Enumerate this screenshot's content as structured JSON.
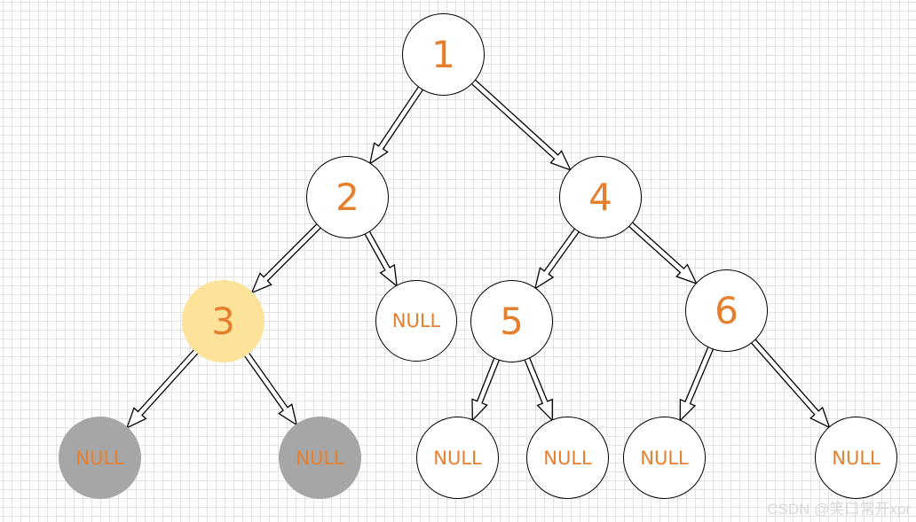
{
  "diagram": {
    "nodes": [
      {
        "id": "n1",
        "label": "1",
        "kind": "value",
        "fill": "white"
      },
      {
        "id": "n2",
        "label": "2",
        "kind": "value",
        "fill": "white"
      },
      {
        "id": "n4",
        "label": "4",
        "kind": "value",
        "fill": "white"
      },
      {
        "id": "n3",
        "label": "3",
        "kind": "value",
        "fill": "yellow"
      },
      {
        "id": "n2r",
        "label": "NULL",
        "kind": "null",
        "fill": "white"
      },
      {
        "id": "n5",
        "label": "5",
        "kind": "value",
        "fill": "white"
      },
      {
        "id": "n6",
        "label": "6",
        "kind": "value",
        "fill": "white"
      },
      {
        "id": "n3l",
        "label": "NULL",
        "kind": "null",
        "fill": "gray"
      },
      {
        "id": "n3r",
        "label": "NULL",
        "kind": "null",
        "fill": "gray"
      },
      {
        "id": "n5l",
        "label": "NULL",
        "kind": "null",
        "fill": "white"
      },
      {
        "id": "n5r",
        "label": "NULL",
        "kind": "null",
        "fill": "white"
      },
      {
        "id": "n6l",
        "label": "NULL",
        "kind": "null",
        "fill": "white"
      },
      {
        "id": "n6r",
        "label": "NULL",
        "kind": "null",
        "fill": "white"
      }
    ],
    "edges": [
      {
        "from": "n1",
        "to": "n2"
      },
      {
        "from": "n1",
        "to": "n4"
      },
      {
        "from": "n2",
        "to": "n3"
      },
      {
        "from": "n2",
        "to": "n2r"
      },
      {
        "from": "n4",
        "to": "n5"
      },
      {
        "from": "n4",
        "to": "n6"
      },
      {
        "from": "n3",
        "to": "n3l"
      },
      {
        "from": "n3",
        "to": "n3r"
      },
      {
        "from": "n5",
        "to": "n5l"
      },
      {
        "from": "n5",
        "to": "n5r"
      },
      {
        "from": "n6",
        "to": "n6l"
      },
      {
        "from": "n6",
        "to": "n6r"
      }
    ],
    "colors": {
      "label": "#e57f2e",
      "highlight_fill": "#fde299",
      "null_gray_fill": "#a6a6a6",
      "node_border": "#000000",
      "arrow_stroke": "#000000",
      "grid_line": "#e2e2e2"
    }
  },
  "watermark": "CSDN @笑口常开xpr"
}
